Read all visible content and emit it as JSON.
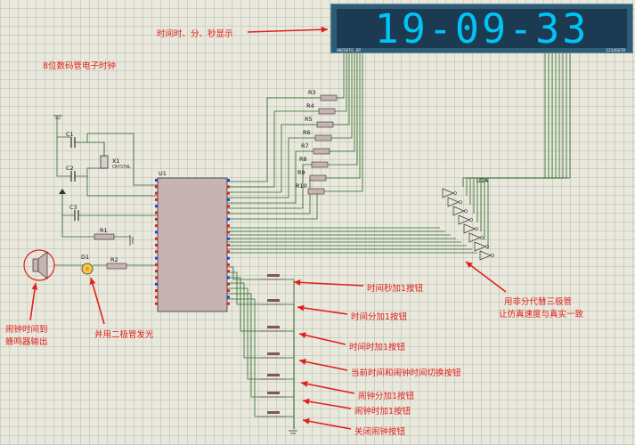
{
  "display": {
    "time": "19-09-33",
    "segment_pins": "ABCDEFG DP",
    "digit_pins": "12345678"
  },
  "title": "8位数码管电子时钟",
  "components": {
    "u1": "U1",
    "u2a": "U2A",
    "c1": "C1",
    "c2": "C2",
    "c3": "C3",
    "x1": "X1",
    "x1_value": "CRYSTAL",
    "r1": "R1",
    "r2": "R2",
    "d1": "D1",
    "resistors": [
      "R3",
      "R4",
      "R5",
      "R6",
      "R7",
      "R8",
      "R9",
      "R10"
    ]
  },
  "annotations": {
    "display_note": "时间时、分、秒显示",
    "sec_plus": "时间秒加1按钮",
    "min_plus": "时间分加1按钮",
    "hour_plus": "时间时加1按钮",
    "switch": "当前时间和闹钟时间切换按钮",
    "alarm_min": "闹钟分加1按钮",
    "alarm_hour": "闹钟时加1按钮",
    "alarm_off": "关闭闹钟按钮",
    "led_note": "并用二极管发光",
    "buzzer_note_1": "闹钟时间到",
    "buzzer_note_2": "蜂鸣器输出",
    "transistor_note_1": "用非分代替三极管",
    "transistor_note_2": "让仿真速度与真实一致"
  },
  "colors": {
    "wire": "#2a6a2a",
    "body": "#c8b3b3",
    "red": "#e0201c",
    "display": "#00c4f5",
    "pin": "#e02020"
  }
}
